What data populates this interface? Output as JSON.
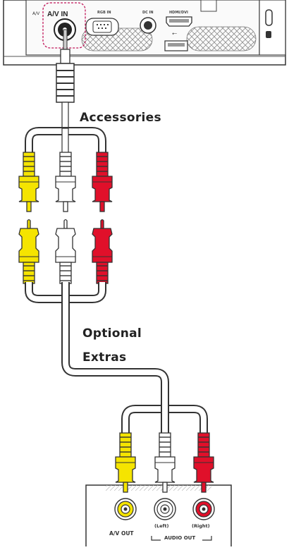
{
  "projector": {
    "ports": {
      "av_in": "A/V IN",
      "av_partial": "A/V",
      "rgb_in": "RGB IN",
      "dc_in": "DC IN",
      "hdmi": "HDMI/DVI",
      "usb_symbol": "⭠"
    },
    "highlight_color": "#c2185b"
  },
  "labels": {
    "accessories": "Accessories",
    "optional_line1": "Optional",
    "optional_line2": "Extras"
  },
  "device": {
    "av_out": "A/V OUT",
    "left": "(Left)",
    "right": "(Right)",
    "audio_out": "AUDIO OUT"
  },
  "colors": {
    "yellow": "#f5e400",
    "white": "#ffffff",
    "red": "#e0102a",
    "cable": "#555555",
    "outline": "#333333"
  }
}
